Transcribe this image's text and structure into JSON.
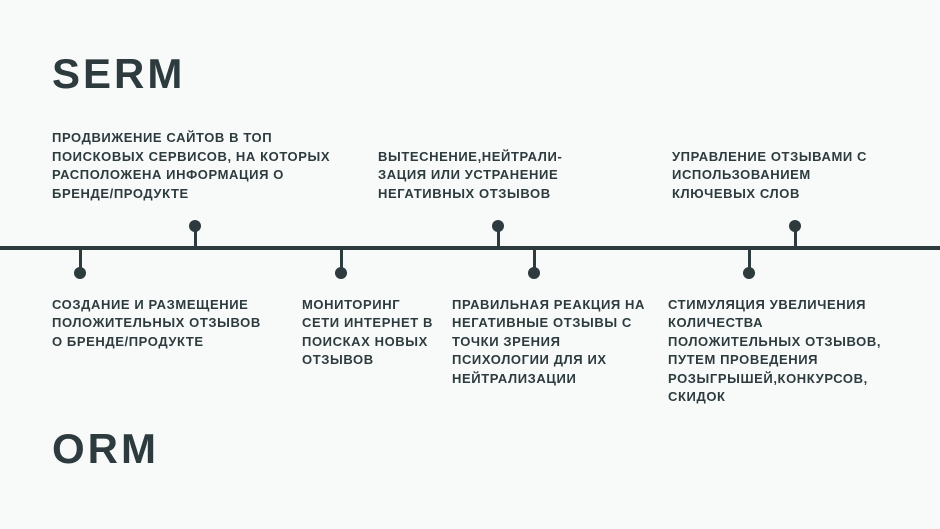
{
  "colors": {
    "ink": "#2d3b3e",
    "background": "#f8faf9"
  },
  "serm": {
    "title": "SERM",
    "items": [
      {
        "text": "ПРОДВИЖЕНИЕ САЙТОВ В ТОП\nПОИСКОВЫХ СЕРВИСОВ, НА КОТОРЫХ\nРАСПОЛОЖЕНА ИНФОРМАЦИЯ О\nБРЕНДЕ/ПРОДУКТЕ"
      },
      {
        "text": "ВЫТЕСНЕНИЕ,НЕЙТРАЛИ-\nЗАЦИЯ ИЛИ УСТРАНЕНИЕ\nНЕГАТИВНЫХ ОТЗЫВОВ"
      },
      {
        "text": "УПРАВЛЕНИЕ ОТЗЫВАМИ С\nИСПОЛЬЗОВАНИЕМ\nКЛЮЧЕВЫХ СЛОВ"
      }
    ]
  },
  "orm": {
    "title": "ORM",
    "items": [
      {
        "text": "СОЗДАНИЕ И РАЗМЕЩЕНИЕ\nПОЛОЖИТЕЛЬНЫХ ОТЗЫВОВ\nО БРЕНДЕ/ПРОДУКТЕ"
      },
      {
        "text": "МОНИТОРИНГ\nСЕТИ ИНТЕРНЕТ В\nПОИСКАХ НОВЫХ\nОТЗЫВОВ"
      },
      {
        "text": "ПРАВИЛЬНАЯ РЕАКЦИЯ НА\nНЕГАТИВНЫЕ ОТЗЫВЫ С\nТОЧКИ ЗРЕНИЯ\nПСИХОЛОГИИ ДЛЯ ИХ\nНЕЙТРАЛИЗАЦИИ"
      },
      {
        "text": "СТИМУЛЯЦИЯ УВЕЛИЧЕНИЯ\nКОЛИЧЕСТВА\nПОЛОЖИТЕЛЬНЫХ ОТЗЫВОВ,\nПУТЕМ ПРОВЕДЕНИЯ\nРОЗЫГРЫШЕЙ,КОНКУРСОВ,\nСКИДОК"
      }
    ]
  }
}
